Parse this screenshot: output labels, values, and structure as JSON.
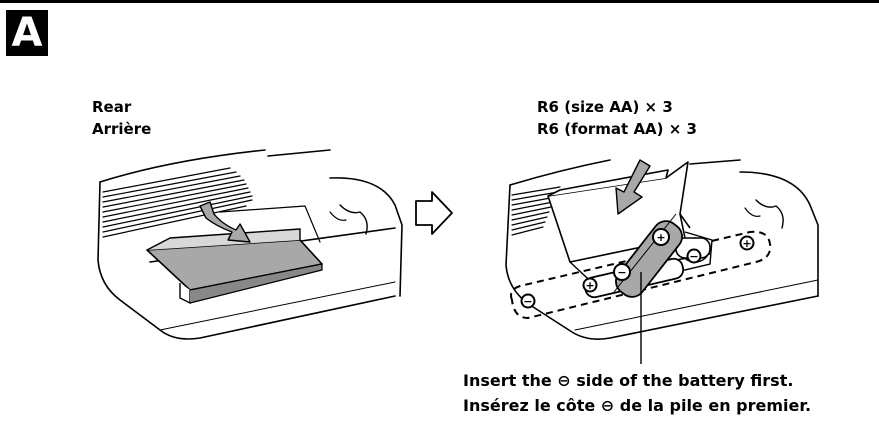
{
  "section": {
    "letter": "A"
  },
  "rear_label": {
    "line1": "Rear",
    "line2": "Arrière"
  },
  "battery_label": {
    "line1": "R6 (size AA) × 3",
    "line2": "R6 (format AA) × 3"
  },
  "instruction": {
    "line1": "Insert the ⊖ side of the battery first.",
    "line2": "Insérez le côte ⊖ de la pile en premier."
  },
  "battery_marks": {
    "plus": "+",
    "minus": "−"
  },
  "colors": {
    "ink": "#000000",
    "shading": "#a8a8a8",
    "background": "#ffffff"
  }
}
